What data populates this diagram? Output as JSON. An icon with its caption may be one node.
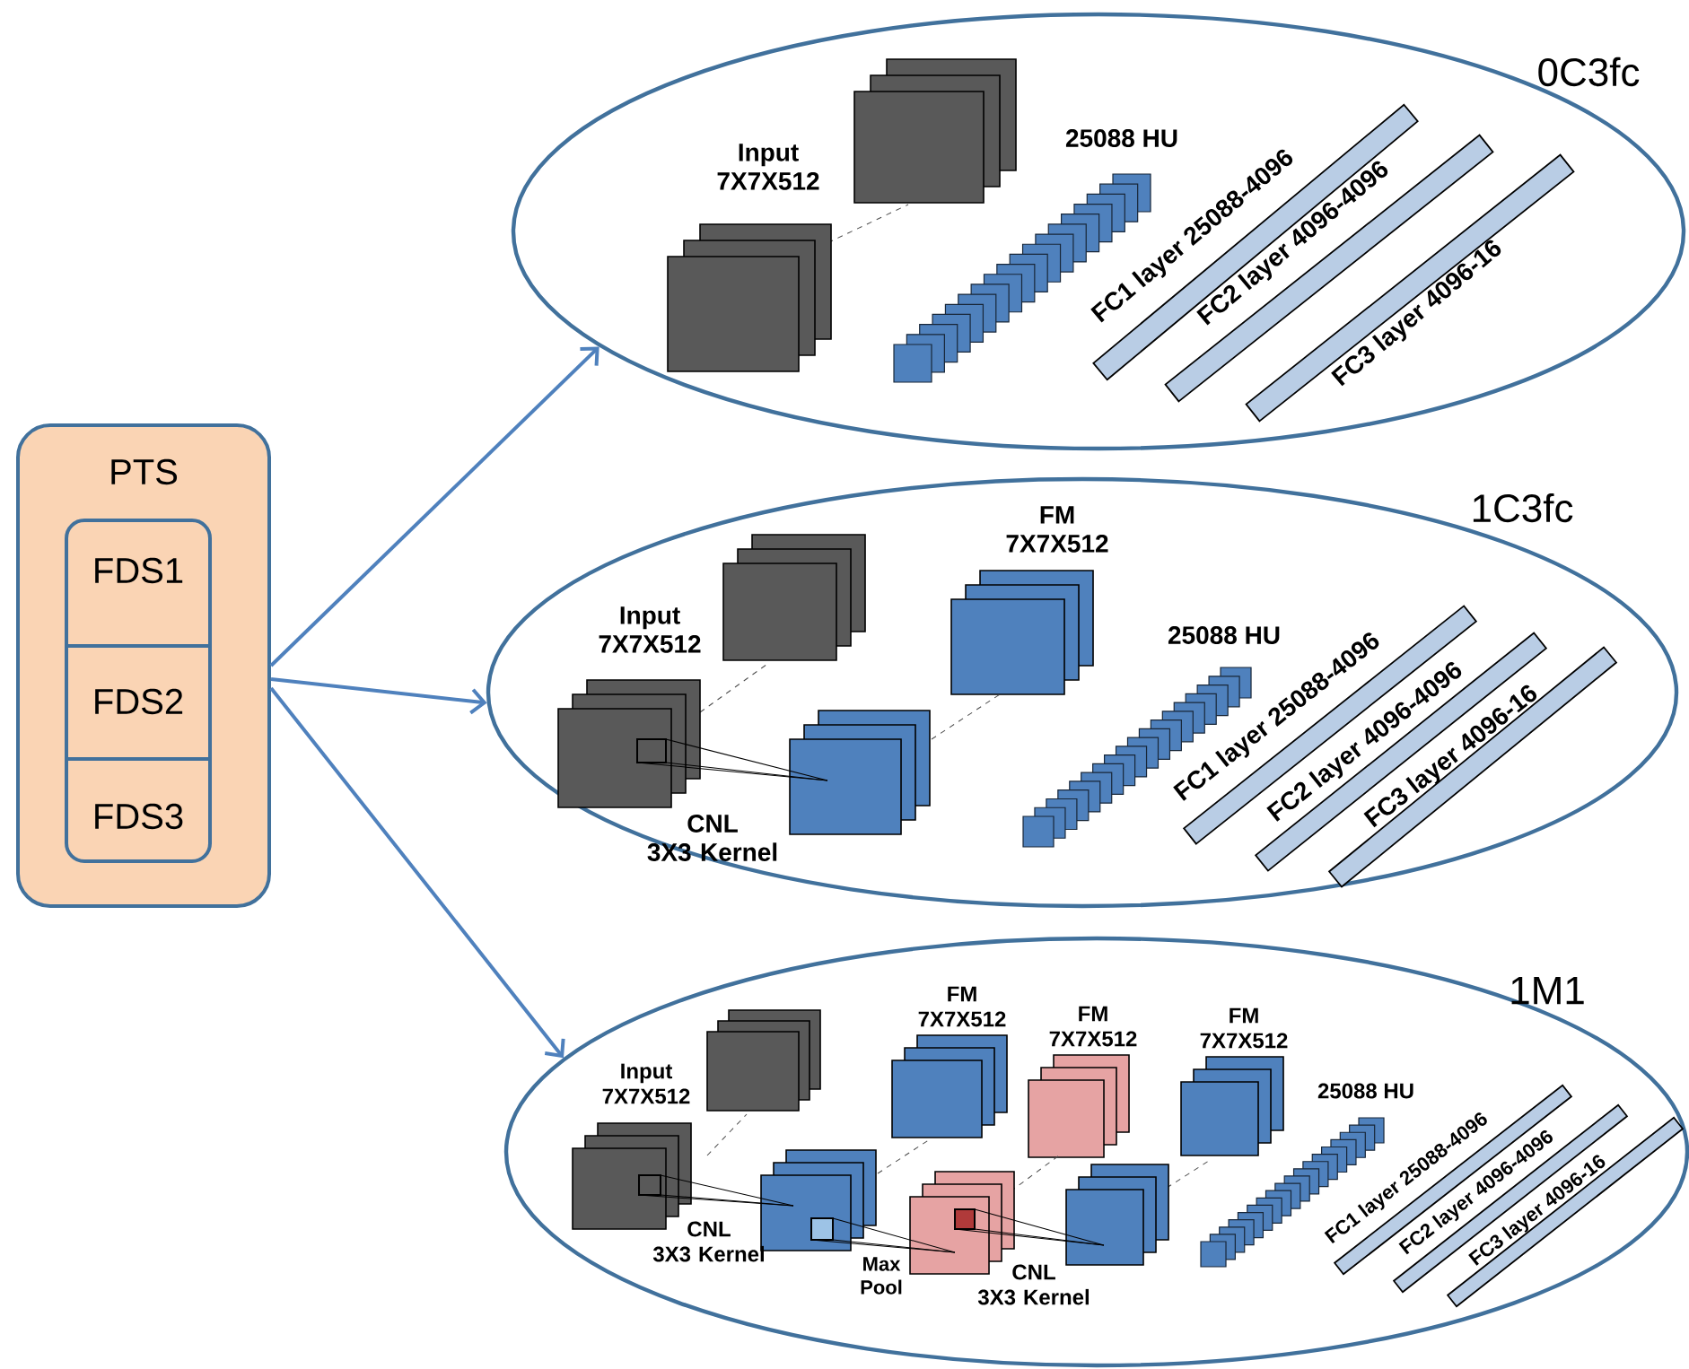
{
  "diagram": {
    "nodes": [
      {
        "text": [
          "PTS"
        ]
      },
      {
        "text": [],
        "shape": "box",
        "in": 0
      },
      {
        "text": [
          "FDS1"
        ],
        "in": 1
      },
      {
        "text": [
          "FDS2"
        ],
        "in": 1
      },
      {
        "text": [
          "FDS3"
        ],
        "in": 1
      },
      {
        "text": [
          "0C3fc"
        ]
      },
      {
        "text": [
          "1C3fc"
        ]
      },
      {
        "text": [
          "1M1"
        ]
      }
    ],
    "edges": [
      {
        "from": 0,
        "to": 5,
        "arrow": "to"
      },
      {
        "from": 0,
        "to": 6,
        "arrow": "to"
      },
      {
        "from": 0,
        "to": 7,
        "arrow": "to"
      }
    ],
    "labels": [
      "Input 7X7X512",
      "25088 HU",
      "FC1 layer 25088-4096",
      "FC2 layer 4096-4096",
      "FC3 layer 4096-16",
      "FM 7X7X512",
      "Input 7X7X512",
      "25088 HU",
      "FC1 layer 25088-4096",
      "FC2 layer 4096-4096",
      "CNL 3X3 Kernel",
      "FC3 layer 4096-16",
      "FM 7X7X512",
      "FM 7X7X512",
      "FM 7X7X512",
      "Input 7X7X512",
      "25088 HU",
      "FC1 layer 25088-4096",
      "FC2 layer 4096-4096",
      "CNL 3X3 Kernel",
      "Max Pool",
      "CNL 3X3 Kernel",
      "FC3 layer 4096-16"
    ]
  }
}
